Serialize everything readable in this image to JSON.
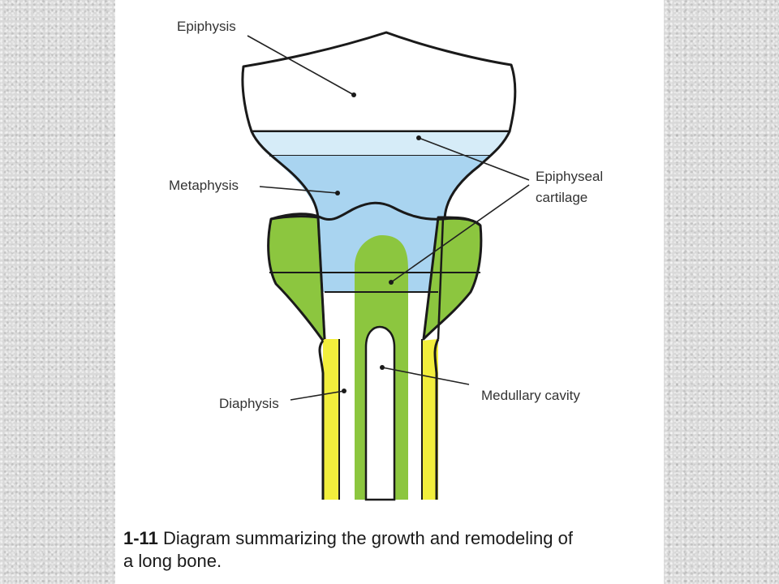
{
  "labels": {
    "epiphysis": "Epiphysis",
    "metaphysis": "Metaphysis",
    "epiphyseal_cartilage_line1": "Epiphyseal",
    "epiphyseal_cartilage_line2": "cartilage",
    "diaphysis": "Diaphysis",
    "medullary_cavity": "Medullary cavity"
  },
  "caption": {
    "number": "1-11",
    "text_line1": "Diagram summarizing the growth and remodeling of",
    "text_line2": "a long bone."
  },
  "colors": {
    "epiphysis": "#ffffff",
    "cartilage": "#a9d4f0",
    "bone_green": "#8cc63f",
    "periosteal_yellow": "#f2ee3c",
    "outline": "#1a1a1a",
    "background": "#d9d9d9"
  }
}
